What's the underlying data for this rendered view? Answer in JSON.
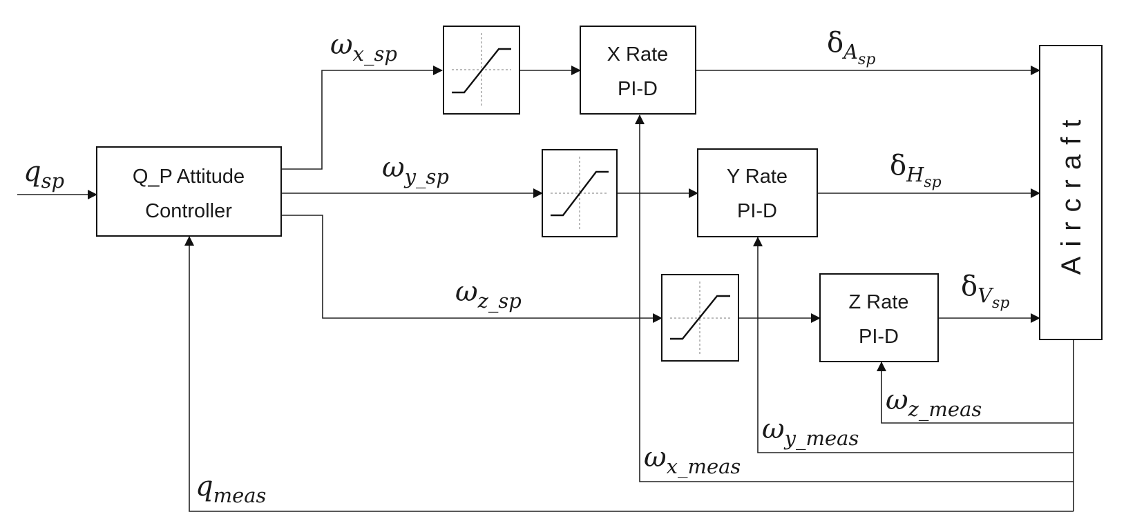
{
  "blocks": {
    "attitude": {
      "line1": "Q_P Attitude",
      "line2": "Controller"
    },
    "x_rate": {
      "line1": "X Rate",
      "line2": "PI-D"
    },
    "y_rate": {
      "line1": "Y Rate",
      "line2": "PI-D"
    },
    "z_rate": {
      "line1": "Z Rate",
      "line2": "PI-D"
    },
    "aircraft": {
      "label": "Aircraft"
    },
    "saturation_icon": "saturation-limiter-icon"
  },
  "signals": {
    "q_sp": {
      "main": "q",
      "sub": "sp"
    },
    "q_meas": {
      "main": "q",
      "sub": "meas"
    },
    "wx_sp": {
      "main": "ω",
      "sub": "x_sp"
    },
    "wy_sp": {
      "main": "ω",
      "sub": "y_sp"
    },
    "wz_sp": {
      "main": "ω",
      "sub": "z_sp"
    },
    "wx_meas": {
      "main": "ω",
      "sub": "x_meas"
    },
    "wy_meas": {
      "main": "ω",
      "sub": "y_meas"
    },
    "wz_meas": {
      "main": "ω",
      "sub": "z_meas"
    },
    "dA_sp": {
      "main": "δ",
      "sub": "A",
      "subsub": "sp"
    },
    "dH_sp": {
      "main": "δ",
      "sub": "H",
      "subsub": "sp"
    },
    "dV_sp": {
      "main": "δ",
      "sub": "V",
      "subsub": "sp"
    }
  }
}
